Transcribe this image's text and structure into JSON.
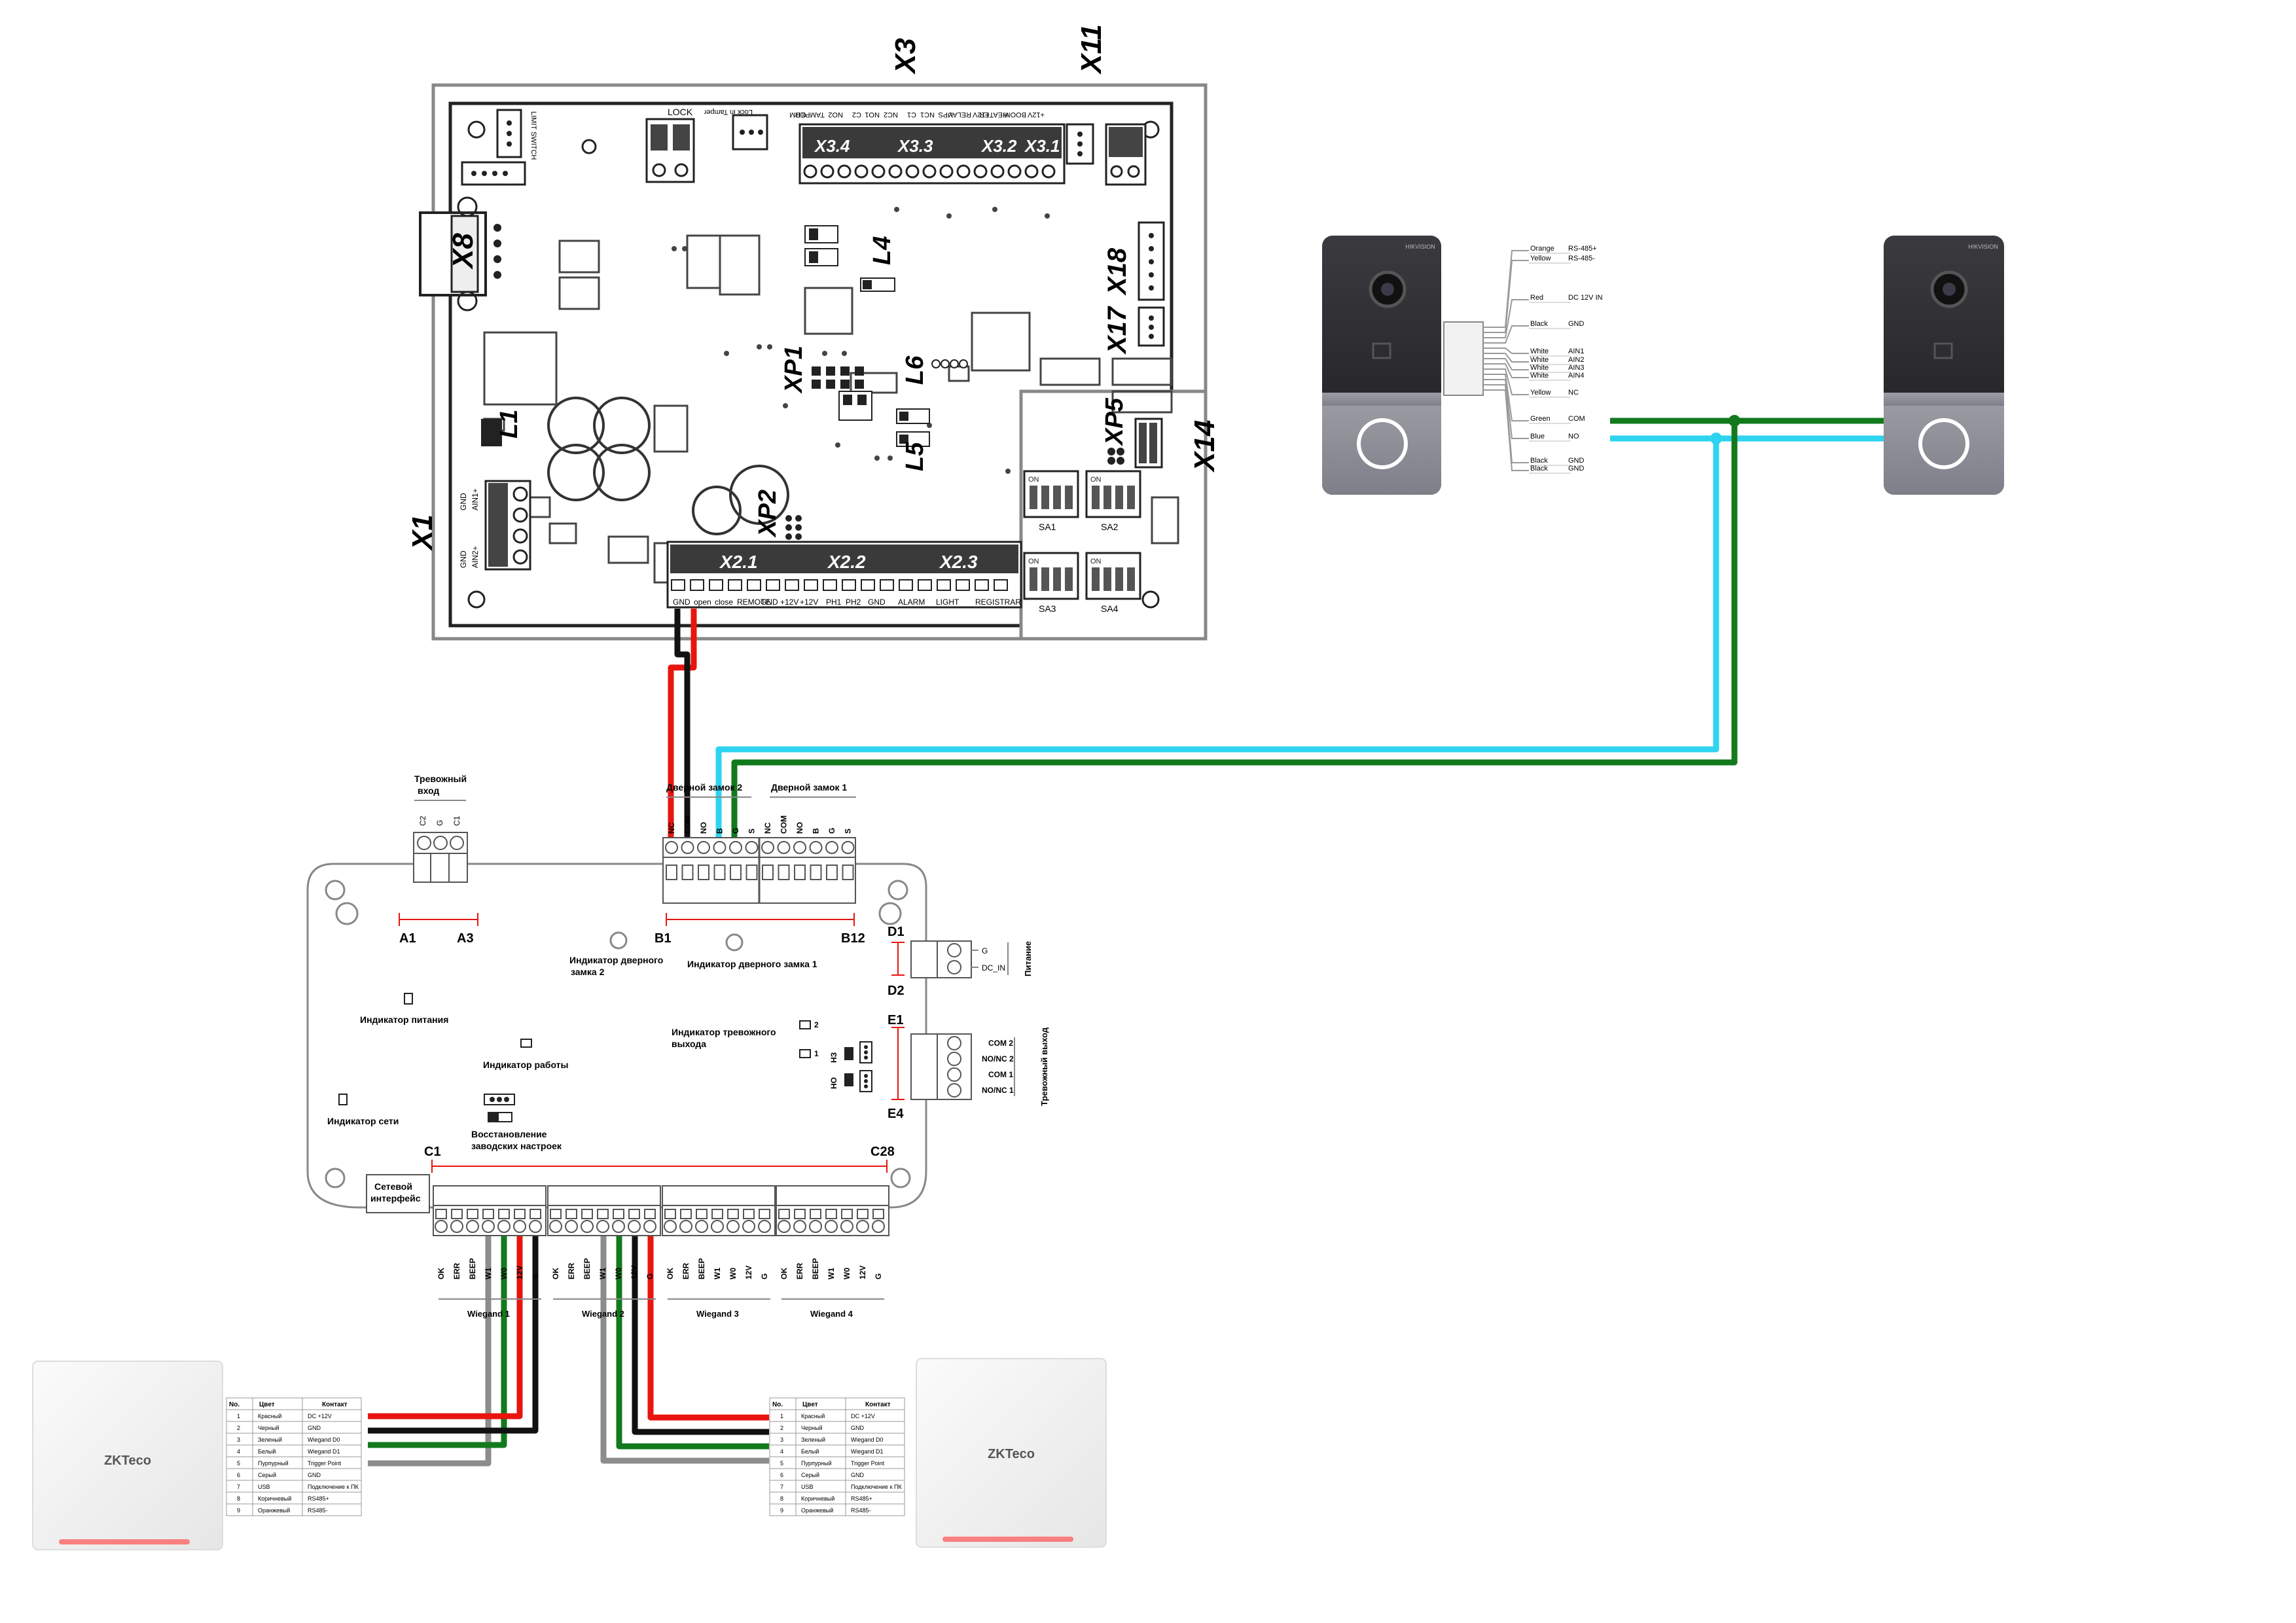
{
  "top_controller": {
    "labels": {
      "x1": "X1",
      "x3": "X3",
      "x11": "X11",
      "x14": "X14",
      "x8": "X8",
      "l1": "L1",
      "l4": "L4",
      "l5": "L5",
      "l6": "L6",
      "xp1": "XP1",
      "xp2": "XP2",
      "xp5": "XP5",
      "x17": "X17",
      "x18": "X18",
      "lock": "LOCK",
      "limit_switch": "LIMIT SWITCH",
      "lock_in_tamper": "Lock in Tamper"
    },
    "top_connectors": [
      "X3.4",
      "X3.3",
      "X3.2",
      "X3.1"
    ],
    "top_pins": [
      "COM",
      "TAMPER",
      "NO2",
      "C2",
      "NO1",
      "NC2",
      "C1",
      "NC1",
      "UPS",
      "RELAY",
      "+12V",
      "HEATER",
      "BOOM",
      "+12V"
    ],
    "bottom_connectors": [
      "X2.1",
      "X2.2",
      "X2.3"
    ],
    "bottom_pins": [
      "GND",
      "open",
      "close",
      "REMOTE",
      "GND",
      "+12V",
      "+12V",
      "PH1",
      "PH2",
      "GND",
      "ALARM",
      "LIGHT",
      "REGISTRAR"
    ],
    "power_pins": [
      "GND",
      "AIN2+",
      "GND",
      "AIN1+"
    ],
    "sa_switches": [
      "SA1",
      "SA2",
      "SA3",
      "SA4"
    ],
    "sa_on": "ON"
  },
  "intercoms": {
    "brand": "HIKVISION",
    "wires": [
      {
        "color": "Orange",
        "signal": "RS-485+"
      },
      {
        "color": "Yellow",
        "signal": "RS-485-"
      },
      {
        "color": "Red",
        "signal": "DC 12V IN"
      },
      {
        "color": "Black",
        "signal": "GND"
      },
      {
        "color": "White",
        "signal": "AIN1"
      },
      {
        "color": "White",
        "signal": "AIN2"
      },
      {
        "color": "White",
        "signal": "AIN3"
      },
      {
        "color": "White",
        "signal": "AIN4"
      },
      {
        "color": "Yellow",
        "signal": "NC"
      },
      {
        "color": "Green",
        "signal": "COM"
      },
      {
        "color": "Blue",
        "signal": "NO"
      },
      {
        "color": "Black",
        "signal": "GND"
      },
      {
        "color": "Black",
        "signal": "GND"
      }
    ]
  },
  "access_controller": {
    "alarm_input": {
      "title_1": "Тревожный",
      "title_2": "вход",
      "pins": [
        "C2",
        "G",
        "C1"
      ],
      "range_start": "A1",
      "range_end": "A3"
    },
    "door_lock_2": {
      "title": "Дверной замок 2",
      "pins": [
        "NC",
        "COM",
        "NO",
        "B",
        "G",
        "S"
      ]
    },
    "door_lock_1": {
      "title": "Дверной замок 1",
      "pins": [
        "NC",
        "COM",
        "NO",
        "B",
        "G",
        "S"
      ]
    },
    "b_range": {
      "start": "B1",
      "end": "B12"
    },
    "power": {
      "title": "Питание",
      "pins": [
        "G",
        "DC_IN"
      ],
      "range_start": "D1",
      "range_end": "D2"
    },
    "alarm_output": {
      "title": "Тревожный выход",
      "pins": [
        "COM 2",
        "NO/NC 2",
        "COM 1",
        "NO/NC 1"
      ],
      "range_start": "E1",
      "range_end": "E4"
    },
    "indicators": {
      "door_lock_2_a": "Индикатор дверного",
      "door_lock_2_b": "замка 2",
      "door_lock_1": "Индикатор дверного замка 1",
      "power": "Индикатор питания",
      "work": "Индикатор работы",
      "network": "Индикатор сети",
      "alarm_out_a": "Индикатор тревожного",
      "alarm_out_b": "выхода",
      "reset_a": "Восстановление",
      "reset_b": "заводских настроек"
    },
    "jumper": {
      "n1": "1",
      "n2": "2",
      "nc": "НЗ",
      "no": "НО"
    },
    "network_a": "Сетевой",
    "network_b": "интерфейс",
    "c_range": {
      "start": "C1",
      "end": "C28"
    },
    "wiegand_pins": [
      "OK",
      "ERR",
      "BEEP",
      "W1",
      "W0",
      "12V",
      "G"
    ],
    "wiegand_groups": [
      "Wiegand 1",
      "Wiegand 2",
      "Wiegand 3",
      "Wiegand 4"
    ]
  },
  "readers": {
    "brand": "ZKTeco",
    "table_headers": [
      "No.",
      "Цвет",
      "Контакт"
    ],
    "rows": [
      [
        "1",
        "Красный",
        "DC +12V"
      ],
      [
        "2",
        "Черный",
        "GND"
      ],
      [
        "3",
        "Зеленый",
        "Wiegand D0"
      ],
      [
        "4",
        "Белый",
        "Wiegand D1"
      ],
      [
        "5",
        "Пурпурный",
        "Trigger Point"
      ],
      [
        "6",
        "Серый",
        "GND"
      ],
      [
        "7",
        "USB",
        "Подключение к ПК"
      ],
      [
        "8",
        "Коричневый",
        "RS485+"
      ],
      [
        "9",
        "Оранжевый",
        "RS485-"
      ]
    ]
  },
  "colors": {
    "red": "#e8150f",
    "black": "#111111",
    "cyan": "#2ed3f0",
    "green": "#127a1c",
    "gray": "#8c8c8c",
    "board_gray": "#8a8a8a"
  }
}
